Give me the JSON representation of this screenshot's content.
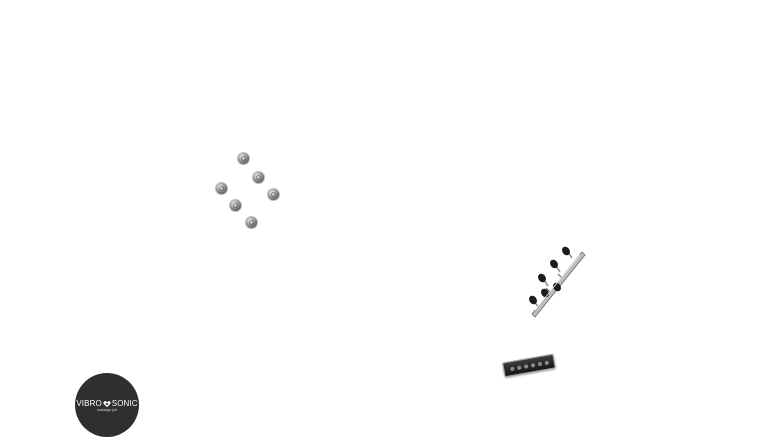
{
  "brand": {
    "name_left": "VIBRO",
    "name_right": "SONIC",
    "tagline": "massage job",
    "badge_color": "#2f2f2f",
    "emblem_icon": "heart-shield-icon"
  },
  "objects": [
    {
      "name": "ball-bearing",
      "count": 6
    },
    {
      "name": "guitar-tuning-pegs",
      "count": 6
    },
    {
      "name": "guitar-pickup",
      "count": 1
    }
  ]
}
